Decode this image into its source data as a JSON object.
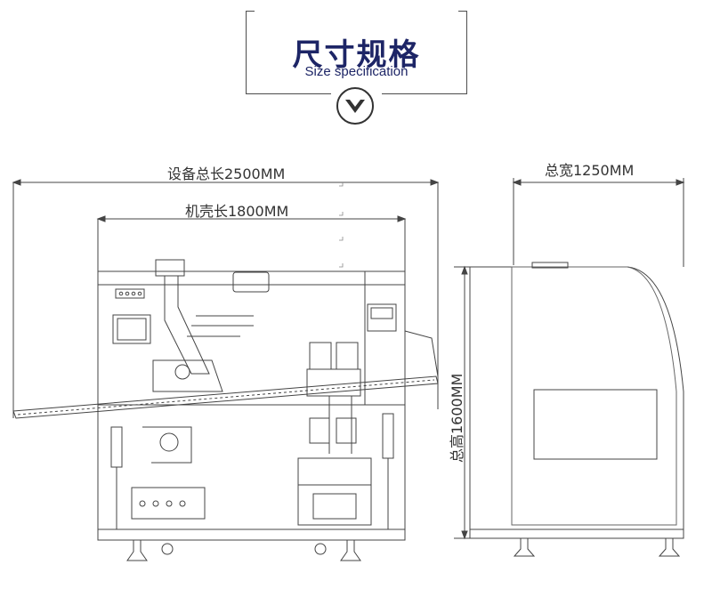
{
  "header": {
    "title_cn": "尺寸规格",
    "title_en": "Size specification",
    "chevron_icon": "chevron-down-circle-icon",
    "accent_color": "#1d2566"
  },
  "dimensions": {
    "total_length": "设备总长2500MM",
    "shell_length": "机壳长1800MM",
    "total_width": "总宽1250MM",
    "total_height": "总高1600MM"
  }
}
